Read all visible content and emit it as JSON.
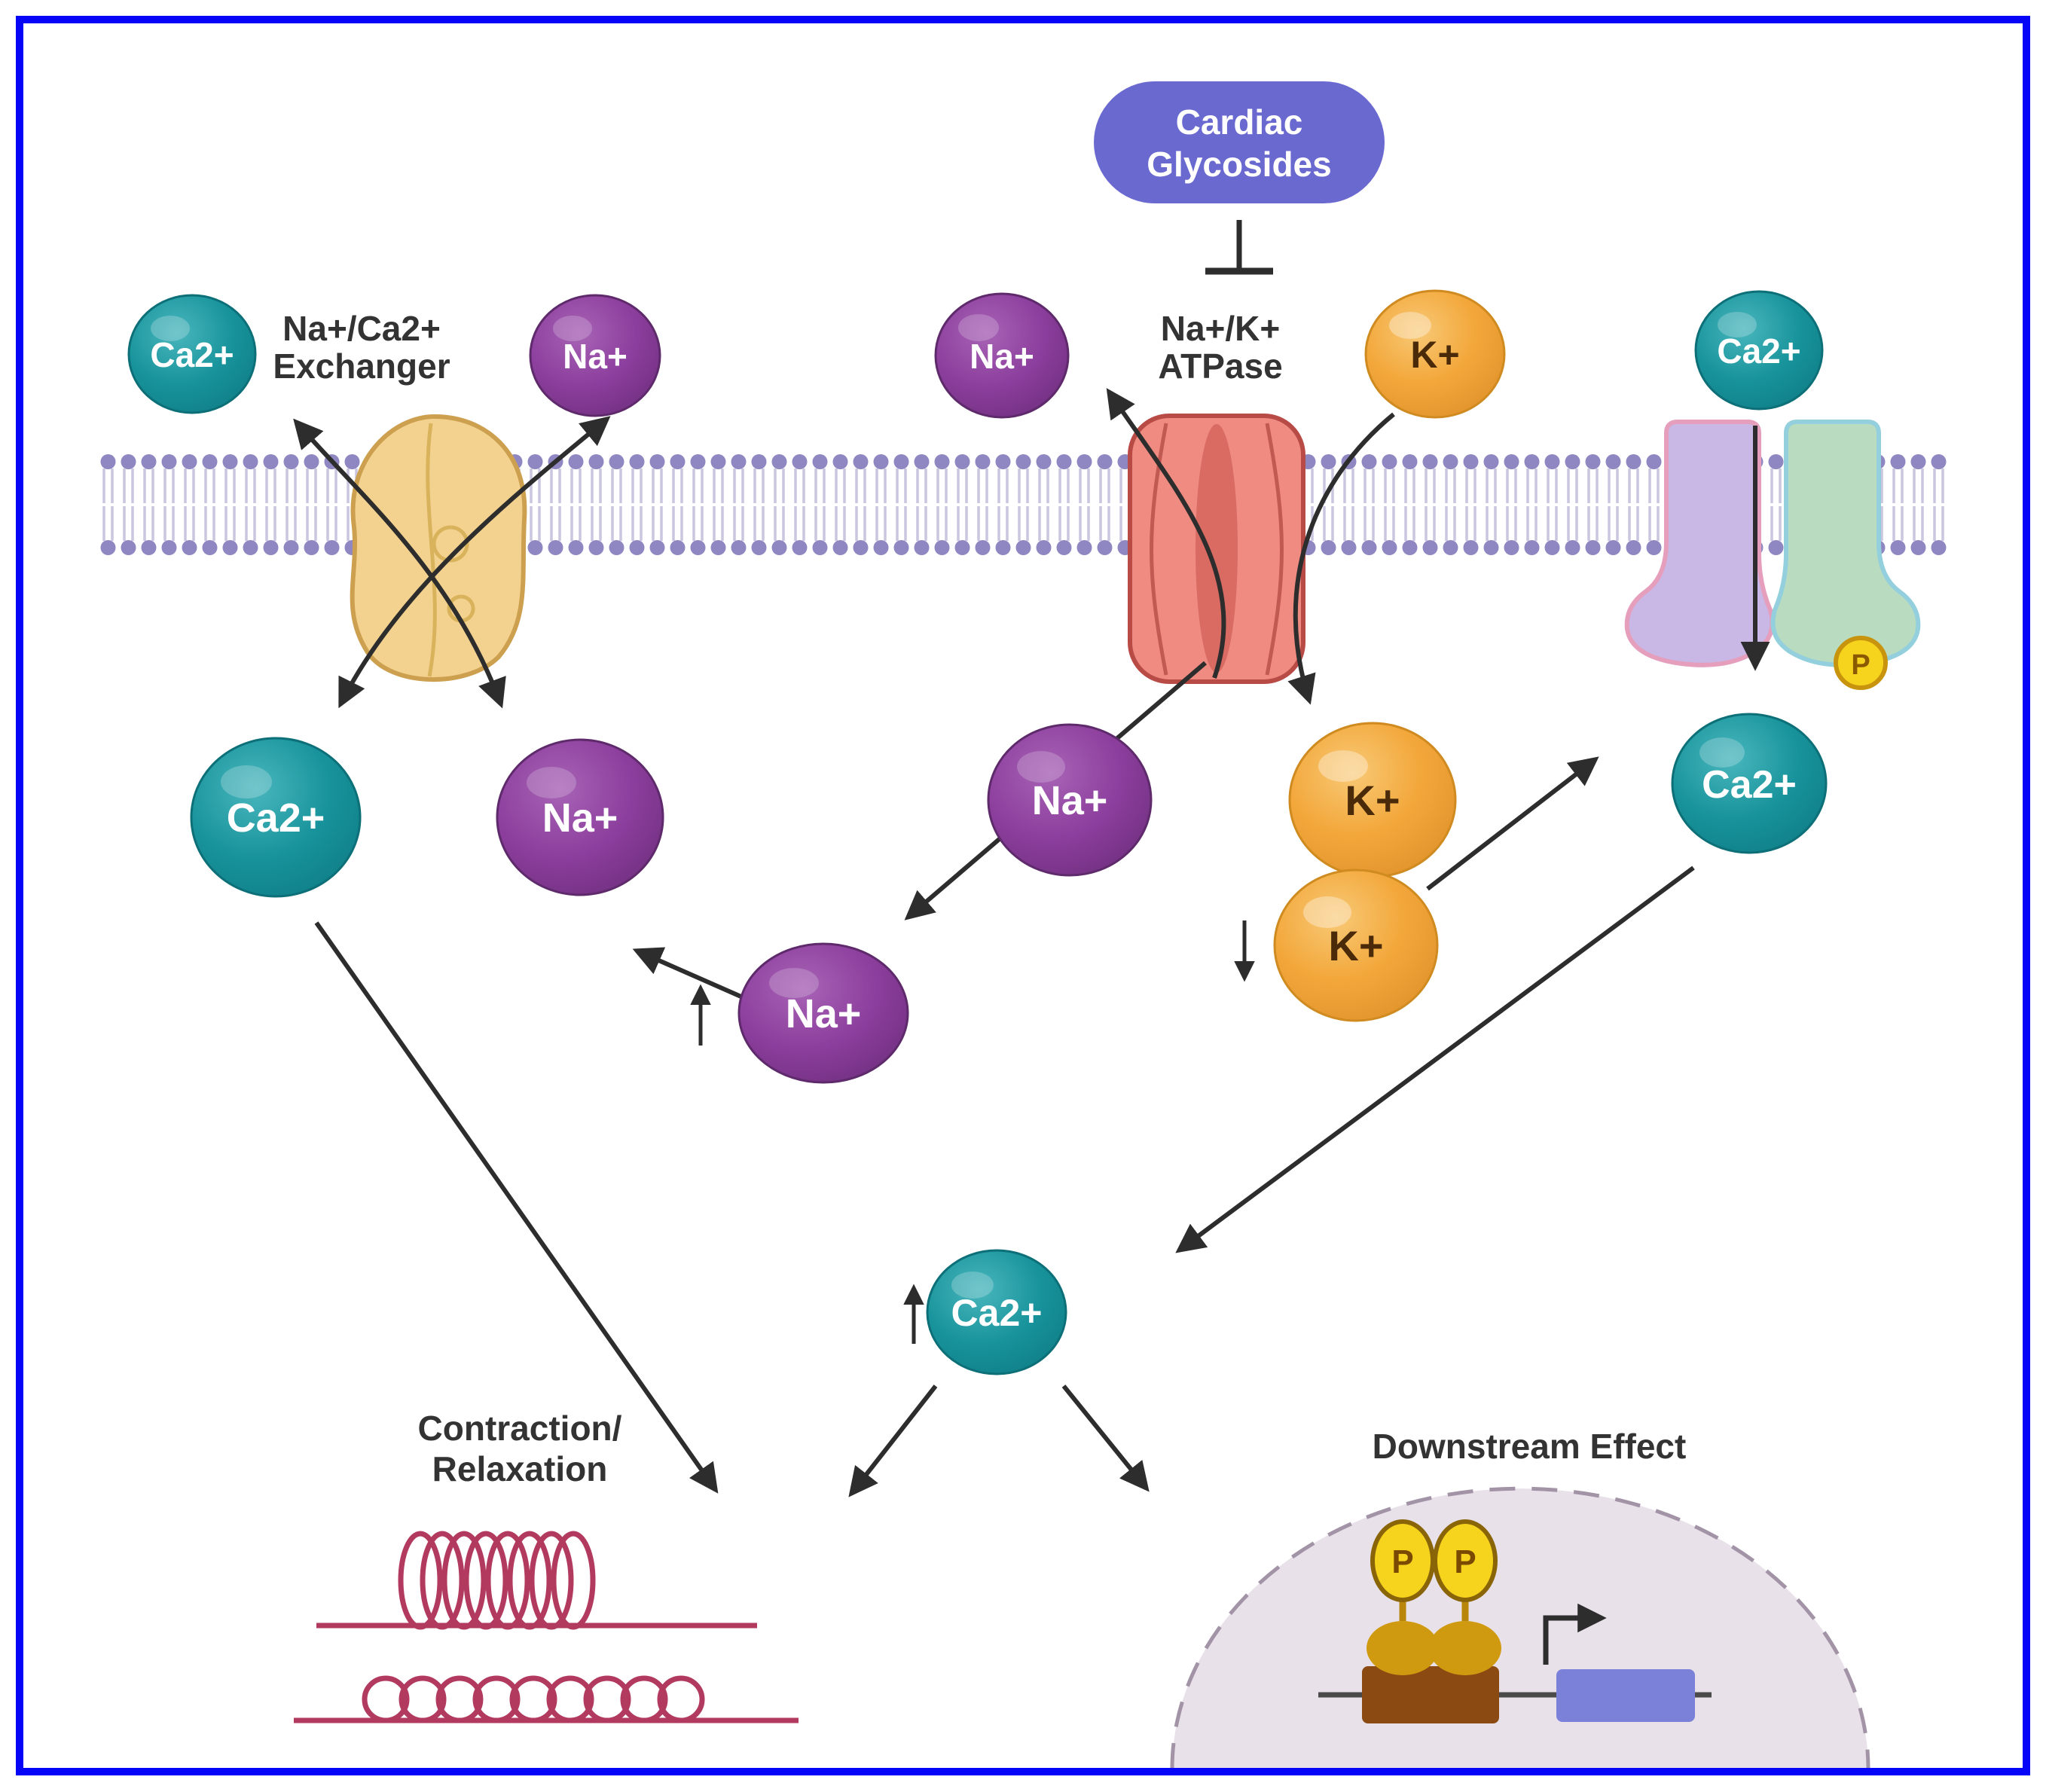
{
  "frame": {
    "border_color": "#0404f8"
  },
  "drug": {
    "line1": "Cardiac",
    "line2": "Glycosides",
    "fill": "#6a69d0",
    "action": "inhibits Na+/K+ ATPase"
  },
  "proteins": {
    "exchanger": {
      "line1": "Na+/Ca2+",
      "line2": "Exchanger",
      "fill": "#f3d28f",
      "stroke": "#cda050"
    },
    "atpase": {
      "line1": "Na+/K+",
      "line2": "ATPase",
      "fill": "#ef8b81",
      "stroke": "#b94b47"
    },
    "calcium_channel": {
      "left_fill": "#c9b8e6",
      "right_fill": "#b9dcc1",
      "phosphate": "P"
    }
  },
  "ions": {
    "ca": {
      "label": "Ca2+",
      "fill": "#17949c",
      "text_color": "#ffffff"
    },
    "na": {
      "label": "Na+",
      "fill": "#8d3f9e",
      "text_color": "#ffffff"
    },
    "k": {
      "label": "K+",
      "fill": "#f3a83c",
      "text_color": "#4a2a08"
    }
  },
  "intracellular_changes": {
    "na": "increased",
    "k": "decreased",
    "ca": "increased"
  },
  "flows": [
    "Cardiac Glycosides inhibit Na+/K+ ATPase",
    "Na+/Ca2+ exchanger moves Ca2+ and Na+ across membrane",
    "Na+ accumulates inside cell",
    "K+ decreases inside cell",
    "Intracellular Ca2+ increases",
    "Ca2+ enters via phosphorylated calcium channel",
    "Increased Ca2+ drives contraction/relaxation and downstream gene effects"
  ],
  "outcomes": {
    "contraction": {
      "line1": "Contraction/",
      "line2": "Relaxation",
      "spring_color": "#b23a5e"
    },
    "downstream": {
      "label": "Downstream Effect",
      "phosphate": "P",
      "nucleus_fill": "#e9e1ea",
      "nucleus_stroke": "#a294a6"
    }
  },
  "membrane": {
    "head_color": "#8f87c1",
    "tail_color": "#cbc5e0"
  }
}
